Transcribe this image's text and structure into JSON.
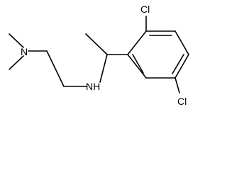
{
  "molecule": {
    "atoms": {
      "n_dimethyl": "N",
      "nh": "NH",
      "cl_top": "Cl",
      "cl_bottom": "Cl"
    }
  }
}
